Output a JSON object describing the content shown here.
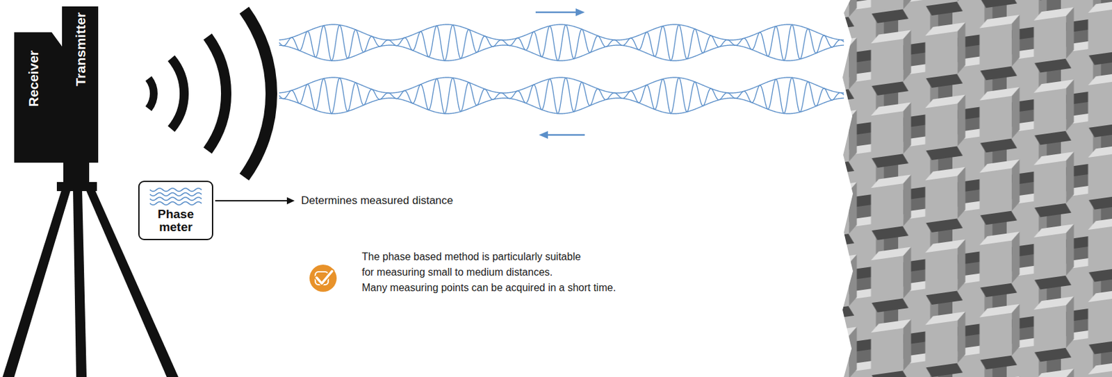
{
  "diagram": {
    "nodes": [
      {
        "text": [
          "Receiver",
          "Transmitter"
        ]
      },
      {
        "text": [
          "Phase meter"
        ]
      }
    ],
    "labels": [
      "Determines measured distance",
      "The phase based method is particularly suitable for measuring small to medium distances.",
      "Many measuring points can be acquired in a short time."
    ]
  }
}
